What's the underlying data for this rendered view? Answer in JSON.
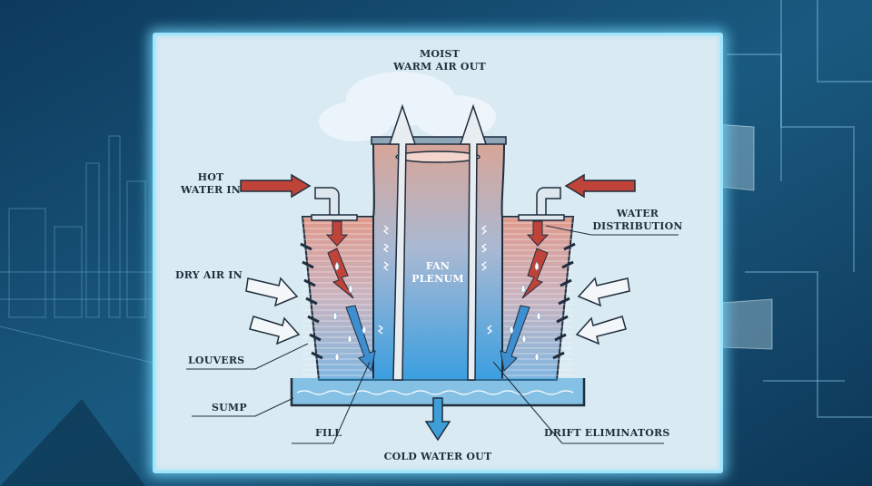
{
  "labels": {
    "moist_air_line1": "MOIST",
    "moist_air_line2": "WARM AIR OUT",
    "hot_water_line1": "HOT",
    "hot_water_line2": "WATER IN",
    "water_dist_line1": "WATER",
    "water_dist_line2": "DISTRIBUTION",
    "dry_air": "DRY AIR IN",
    "fan_line1": "FAN",
    "fan_line2": "PLENUM",
    "louvers": "LOUVERS",
    "sump": "SUMP",
    "fill": "FILL",
    "drift": "DRIFT ELIMINATORS",
    "cold_water": "COLD WATER OUT"
  },
  "colors": {
    "background": "#0f3d5e",
    "panel_glow": "#9ee6ff",
    "hot": "#c0433a",
    "warm": "#e8a89a",
    "cold": "#3e9ed8",
    "outline": "#1f2d3d"
  },
  "icons": [
    "arrow-icon",
    "pipe-icon",
    "droplet-icon"
  ]
}
